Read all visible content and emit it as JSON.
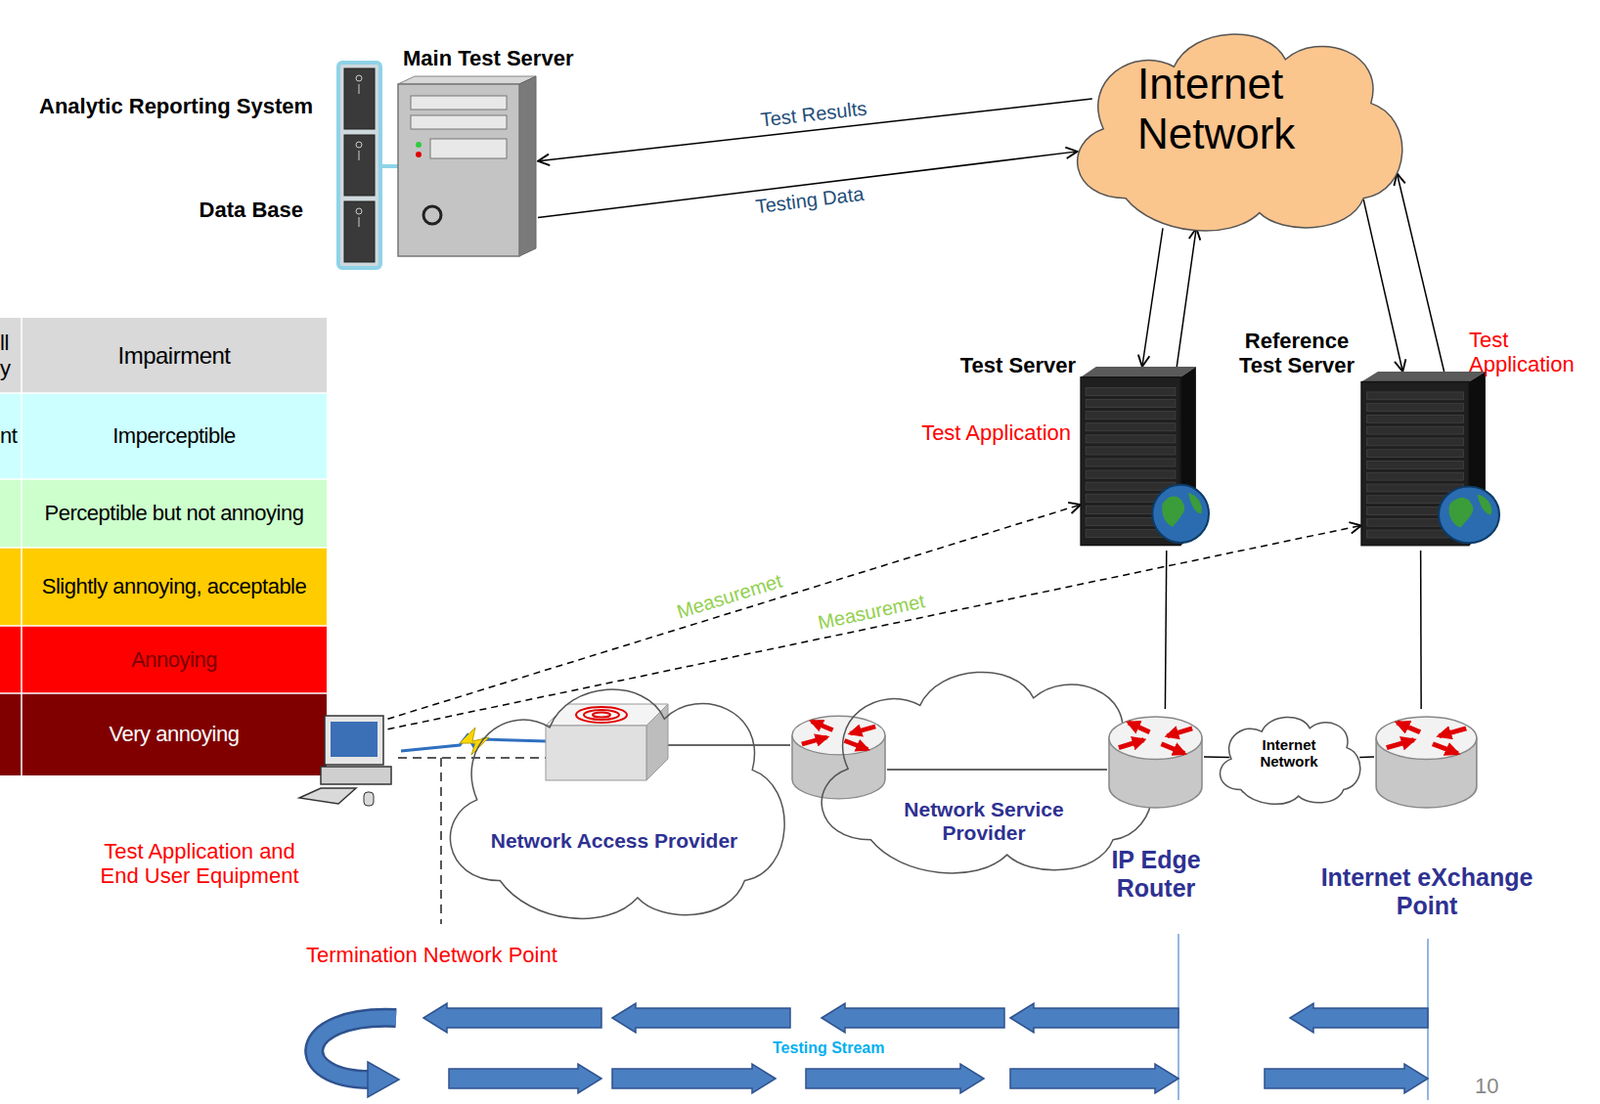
{
  "diagram": {
    "nodes": [
      {
        "text": [
          "Main Test Server"
        ]
      },
      {
        "text": [
          "Internet Network"
        ]
      },
      {
        "text": [
          "Test Server",
          "Test Application"
        ]
      },
      {
        "text": [
          "Reference Test Server",
          "Test Application"
        ]
      },
      {
        "text": [
          "Test Application and End User Equipment"
        ]
      },
      {
        "text": [
          "Network Access Provider"
        ]
      },
      {
        "text": [
          "Network Service Provider"
        ]
      },
      {
        "text": [
          "IP Edge Router"
        ]
      },
      {
        "text": [
          "Internet Network"
        ]
      },
      {
        "text": [
          "Internet eXchange Point"
        ]
      }
    ],
    "edges": [
      {
        "from": 1,
        "to": 0,
        "label": "Test Results",
        "arrow": "to"
      },
      {
        "from": 0,
        "to": 1,
        "label": "Testing Data",
        "arrow": "to"
      },
      {
        "from": 1,
        "to": 2,
        "arrow": "to"
      },
      {
        "from": 2,
        "to": 1,
        "arrow": "to"
      },
      {
        "from": 1,
        "to": 3,
        "arrow": "to"
      },
      {
        "from": 3,
        "to": 1,
        "arrow": "to"
      },
      {
        "from": 4,
        "to": 2,
        "label": "Measuremet",
        "arrow": "to"
      },
      {
        "from": 4,
        "to": 3,
        "label": "Measuremet",
        "arrow": "to"
      },
      {
        "from": 2,
        "to": 7,
        "arrow": "none"
      },
      {
        "from": 3,
        "to": 9,
        "arrow": "none"
      },
      {
        "from": 7,
        "to": 8,
        "arrow": "none"
      },
      {
        "from": 8,
        "to": 9,
        "arrow": "none"
      }
    ],
    "labels": [
      "Analytic Reporting System",
      "Data Base",
      "ll y",
      "Impairment",
      "nt",
      "Imperceptible",
      "Perceptible but not annoying",
      "Slightly annoying, acceptable",
      "Annoying",
      "Very annoying",
      "Termination Network Point",
      "Testing Stream",
      "10"
    ]
  }
}
